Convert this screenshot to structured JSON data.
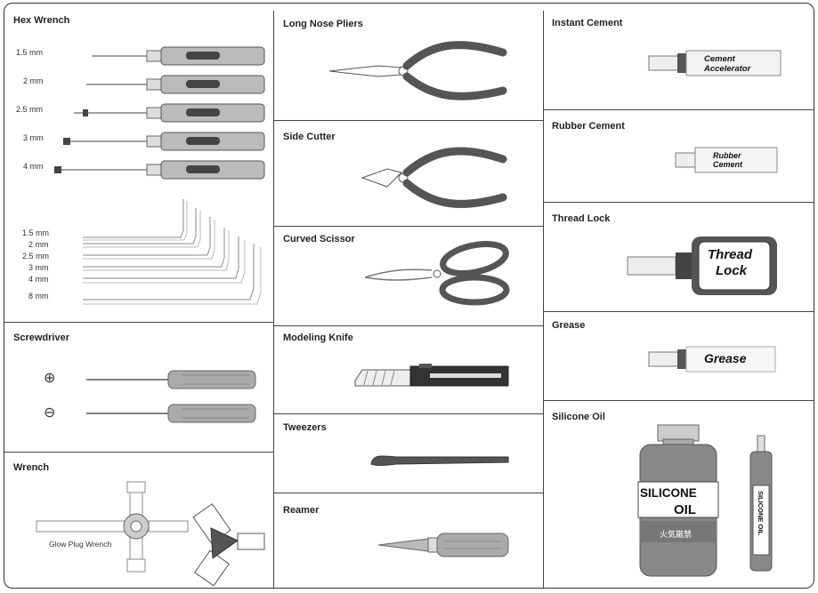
{
  "hex_wrench": {
    "title": "Hex Wrench",
    "driver_sizes": [
      "1.5 mm",
      "2 mm",
      "2.5 mm",
      "3 mm",
      "4 mm"
    ],
    "key_sizes": [
      "1.5 mm",
      "2 mm",
      "2.5 mm",
      "3 mm",
      "4 mm",
      "8 mm"
    ]
  },
  "screwdriver": {
    "title": "Screwdriver",
    "symbols": [
      "⊕",
      "⊖"
    ]
  },
  "wrench": {
    "title": "Wrench",
    "glow_plug_label": "Glow Plug Wrench"
  },
  "long_nose_pliers": {
    "title": "Long Nose Pliers"
  },
  "side_cutter": {
    "title": "Side Cutter"
  },
  "curved_scissor": {
    "title": "Curved Scissor"
  },
  "modeling_knife": {
    "title": "Modeling Knife"
  },
  "tweezers": {
    "title": "Tweezers"
  },
  "reamer": {
    "title": "Reamer"
  },
  "instant_cement": {
    "title": "Instant Cement",
    "tube_text": [
      "Cement",
      "Accelerator"
    ]
  },
  "rubber_cement": {
    "title": "Rubber Cement",
    "tube_text": [
      "Rubber",
      "Cement"
    ]
  },
  "thread_lock": {
    "title": "Thread Lock",
    "bottle_text": [
      "Thread",
      "Lock"
    ]
  },
  "grease": {
    "title": "Grease",
    "tube_text": "Grease"
  },
  "silicone_oil": {
    "title": "Silicone Oil",
    "bottle_text": [
      "SILICONE",
      "OIL"
    ],
    "small_bottle_text": "SILICONE OIL",
    "brand_text": "火気厳禁"
  }
}
